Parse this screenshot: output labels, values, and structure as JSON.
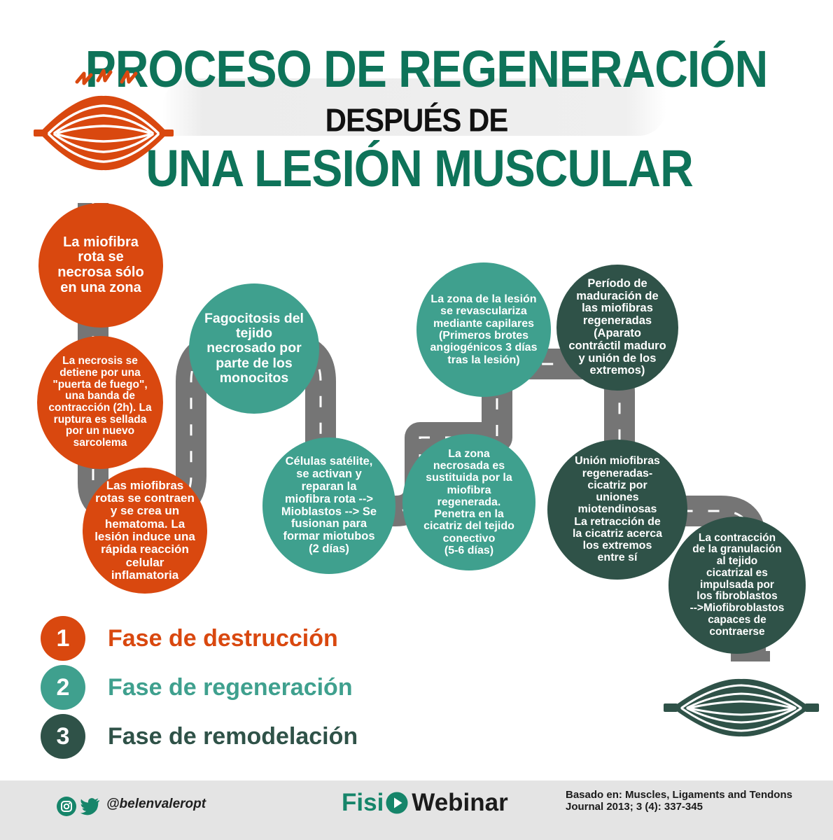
{
  "title": {
    "line1": "PROCESO DE REGENERACIÓN",
    "line2": "DESPUÉS DE",
    "line3": "UNA LESIÓN MUSCULAR"
  },
  "colors": {
    "destruction": "#d9480f",
    "regeneration": "#3fa08e",
    "remodeling": "#2f5248",
    "title_green": "#0e7359",
    "road_gray": "#777777"
  },
  "icons": {
    "top": "injured-muscle-icon",
    "bottom": "healed-muscle-icon"
  },
  "steps": [
    {
      "phase": 1,
      "text": "La miofibra\nrota se\nnecrosa sólo\nen una zona"
    },
    {
      "phase": 1,
      "text": "La necrosis  se\ndetiene por una\n\"puerta de fuego\",\nuna banda de\ncontracción (2h). La\nruptura es sellada\npor un nuevo\nsarcolema"
    },
    {
      "phase": 1,
      "text": "Las miofibras\nrotas se contraen\ny se crea un\nhematoma. La\nlesión induce una\nrápida reacción\ncelular\ninflamatoria"
    },
    {
      "phase": 2,
      "text": "Fagocitosis del\ntejido\nnecrosado por\nparte de los\nmonocitos"
    },
    {
      "phase": 2,
      "text": "Células satélite,\nse activan y\nreparan la\nmiofibra rota -->\nMioblastos --> Se\nfusionan para\nformar miotubos\n(2 días)"
    },
    {
      "phase": 2,
      "text": "La zona\nnecrosada es\nsustituida por la\nmiofibra\nregenerada.\nPenetra en la\ncicatriz del tejido\nconectivo\n(5-6 días)"
    },
    {
      "phase": 2,
      "text": "La zona de la lesión\nse revasculariza\nmediante capilares\n(Primeros brotes\nangiogénicos 3 días\ntras la lesión)"
    },
    {
      "phase": 3,
      "text": "Período de\nmaduración de\nlas miofibras\nregeneradas\n(Aparato\ncontráctil maduro\ny unión de los\nextremos)"
    },
    {
      "phase": 3,
      "text": "Unión miofibras\nregeneradas-\ncicatriz por\nuniones\nmiotendinosas\nLa retracción de\nla cicatriz acerca\nlos extremos\nentre sí"
    },
    {
      "phase": 3,
      "text": "La contracción\nde la granulación\nal tejido\ncicatrizal es\nimpulsada por\nlos fibroblastos\n-->Miofibroblastos\ncapaces de\ncontraerse"
    }
  ],
  "legend": [
    {
      "number": "1",
      "label": "Fase de destrucción"
    },
    {
      "number": "2",
      "label": "Fase de regeneración"
    },
    {
      "number": "3",
      "label": "Fase de remodelación"
    }
  ],
  "footer": {
    "handle": "@belenvaleropt",
    "brand_part1": "Fisi",
    "brand_part2": "Webinar",
    "reference_line1": "Basado en:  Muscles, Ligaments and Tendons",
    "reference_line2": "Journal 2013; 3 (4): 337-345"
  }
}
